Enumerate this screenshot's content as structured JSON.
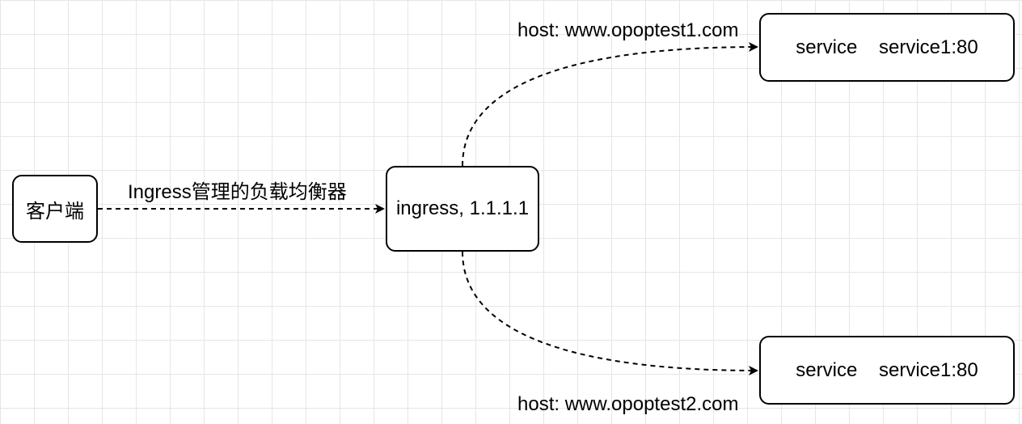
{
  "diagram": {
    "nodes": {
      "client": {
        "label": "客户端"
      },
      "ingress": {
        "label": "ingress, 1.1.1.1"
      },
      "service_top": {
        "label": "service    service1:80"
      },
      "service_bottom": {
        "label": "service    service1:80"
      }
    },
    "edges": {
      "client_to_ingress": {
        "label": "Ingress管理的负载均衡器"
      },
      "ingress_to_service_top": {
        "label": "host: www.opoptest1.com"
      },
      "ingress_to_service_bottom": {
        "label": "host: www.opoptest2.com"
      }
    },
    "colors": {
      "stroke": "#000000",
      "grid": "#e6e6e6",
      "background": "#ffffff"
    }
  }
}
